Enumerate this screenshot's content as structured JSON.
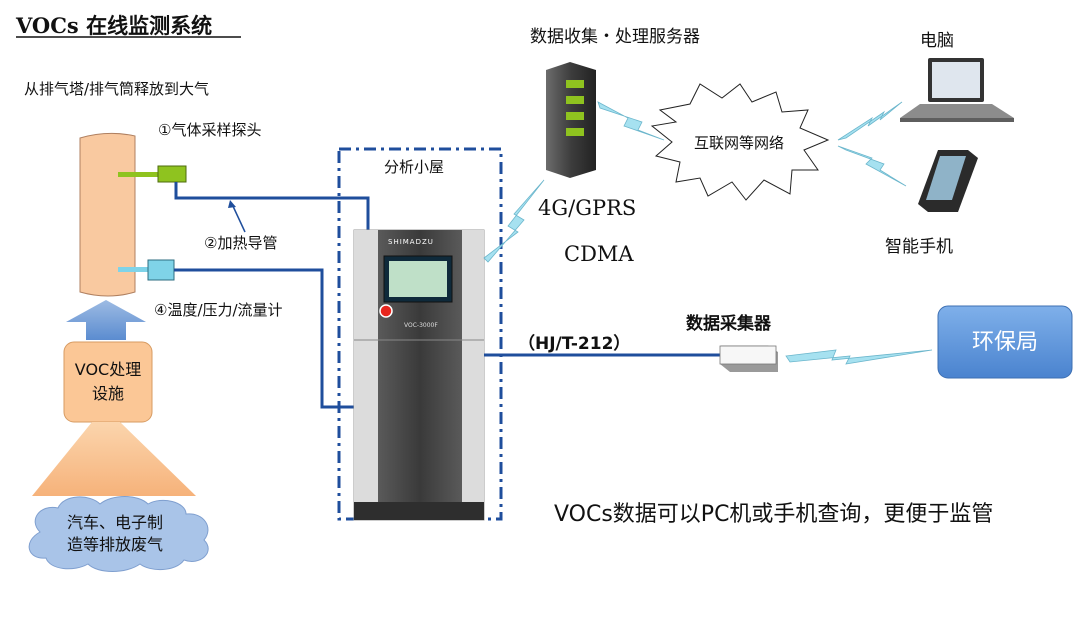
{
  "title": "VOCs 在线监测系统",
  "labels": {
    "emission_source_note": "从排气塔/排气筒释放到大气",
    "sampling_probe": "①气体采样探头",
    "heated_pipe": "②加热导管",
    "sensors": "④温度/压力/流量计",
    "voc_treatment_line1": "VOC处理",
    "voc_treatment_line2": "设施",
    "exhaust_line1": "汽车、电子制",
    "exhaust_line2": "造等排放废气",
    "analysis_house": "分析小屋",
    "server": "数据收集・处理服务器",
    "network_4g": "4G/GPRS",
    "network_cdma": "CDMA",
    "internet": "互联网等网络",
    "computer": "电脑",
    "smartphone": "智能手机",
    "protocol": "（HJ/T-212）",
    "data_collector": "数据采集器",
    "epa": "环保局",
    "footer": "VOCs数据可以PC机或手机查询，更便于监管"
  },
  "analyzer": {
    "brand": "SHIMADZU",
    "model": "VOC-3000F"
  },
  "colors": {
    "pipe_line": "#1f4e9c",
    "stack_fill": "#f9c9a0",
    "probe_green": "#8fc31f",
    "sensor_cyan": "#7fd3e8",
    "lightning": "#a6e1f0",
    "epa_box": "#5b93d6",
    "voc_box": "#fbc796",
    "arrow_blue": "#7fa6d8",
    "cloud": "#a9c4e8"
  }
}
